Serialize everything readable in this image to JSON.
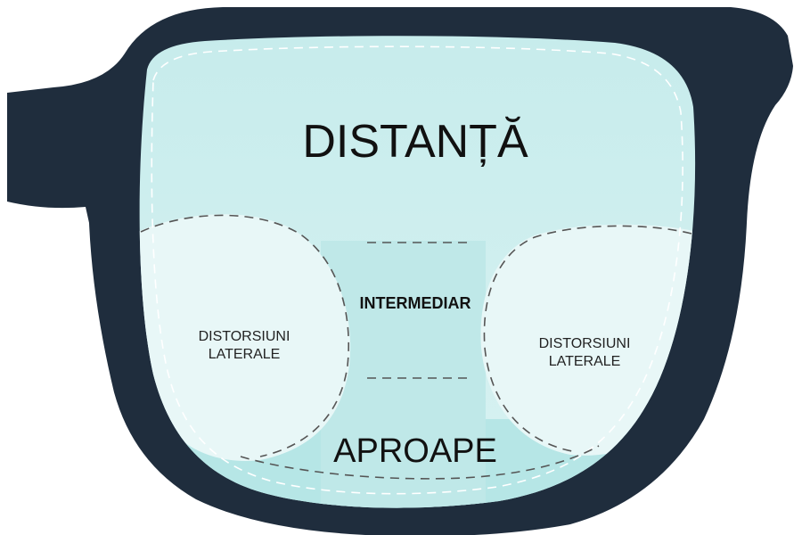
{
  "lens_diagram": {
    "zones": {
      "distance": "DISTANȚĂ",
      "intermediate": "INTERMEDIAR",
      "near": "APROAPE",
      "left_distortion": [
        "DISTORSIUNI",
        "LATERALE"
      ],
      "right_distortion": [
        "DISTORSIUNI",
        "LATERALE"
      ]
    },
    "colors": {
      "frame": "#1f2d3d",
      "lens_tint": "#cfeeee",
      "lens_light": "#e6f6f6",
      "corridor_tint": "#b6e6e6"
    }
  }
}
